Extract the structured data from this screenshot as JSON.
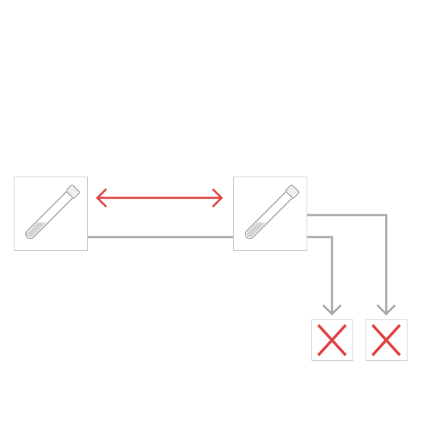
{
  "colors": {
    "connector": "#a6a6a6",
    "exchange_arrow": "#e04040",
    "box_border": "#c8c8c8",
    "tube_outline": "#a0a0a0",
    "tube_liquid": "#d4d4d4",
    "reject_mark": "#e04040"
  },
  "nodes": [
    {
      "id": "sample-a",
      "icon": "test-tube-icon"
    },
    {
      "id": "sample-b",
      "icon": "test-tube-icon"
    },
    {
      "id": "reject-1",
      "icon": "cross-icon"
    },
    {
      "id": "reject-2",
      "icon": "cross-icon"
    }
  ]
}
